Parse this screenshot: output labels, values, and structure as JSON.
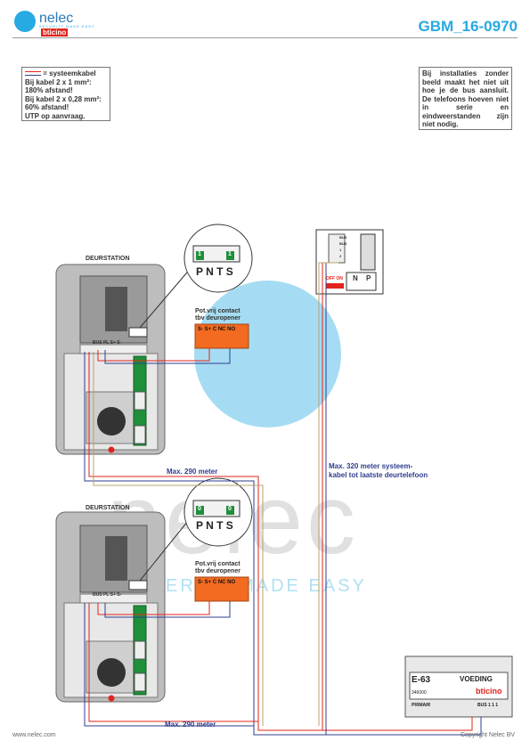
{
  "header": {
    "brand": "nelec",
    "brand_tagline": "SECURITY MADE EASY",
    "partner": "bticino",
    "doc_code": "GBM_16-0970"
  },
  "notes": {
    "left_title": "= systeemkabel",
    "left_lines": [
      "Bij kabel 2 x 1 mm²:",
      "180% afstand!",
      "Bij kabel 2 x 0,28 mm²:",
      "60% afstand!",
      "UTP op aanvraag."
    ],
    "right_text": "Bij installaties zonder beeld maakt het niet uit hoe je de bus aansluit. De telefoons hoeven niet in serie en eindweerstanden zijn niet nodig."
  },
  "door_stations": [
    {
      "label": "DEURSTATION",
      "terminal_labels": "BUS PL S+ S-",
      "zoom_terminals": "P N T S",
      "zoom_values": [
        "1",
        "1"
      ],
      "relay_title_1": "Pot.vrij contact",
      "relay_title_2": "tbv deuropener",
      "relay_terms": "S-  S+ C NC NO"
    },
    {
      "label": "DEURSTATION",
      "terminal_labels": "BUS PL S+ S-",
      "zoom_terminals": "P N T S",
      "zoom_values": [
        "0",
        "0"
      ],
      "relay_title_1": "Pot.vrij contact",
      "relay_title_2": "tbv deuropener",
      "relay_terms": "S-  S+ C NC NO"
    }
  ],
  "phone": {
    "off_label": "OFF ON",
    "col_n": "N",
    "col_p": "P",
    "bus_labels": [
      "BUS",
      "BUS",
      "1",
      "2"
    ]
  },
  "distances": {
    "top": "Max. 290 meter",
    "bottom": "Max. 290 meter",
    "system_1": "Max. 320 meter systeem-",
    "system_2": "kabel tot laatste deurtelefoon"
  },
  "psu": {
    "model": "E-63",
    "name": "VOEDING",
    "brand": "bticino",
    "article": "346000",
    "primary": "PRIMAIR",
    "bus": "BUS 1 1 1"
  },
  "watermark": {
    "word": "nelec",
    "tagline": "ERITY MADE EASY"
  },
  "footer": {
    "url": "www.nelec.com",
    "copyright": "Copyright Nelec BV"
  },
  "colors": {
    "accent": "#27a9e1",
    "red": "#e2231a",
    "orange": "#f26b21",
    "green": "#1f8f3a",
    "cable_blue": "#2f3e8f"
  }
}
